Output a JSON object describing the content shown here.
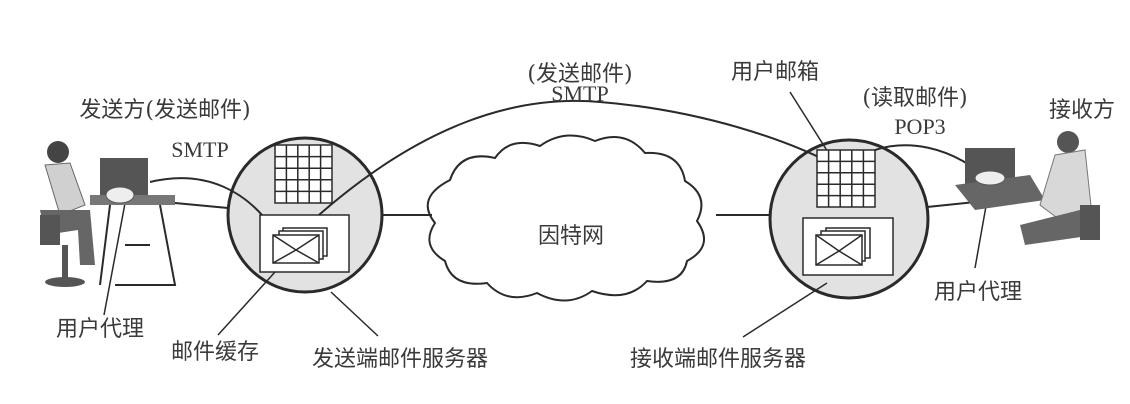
{
  "labels": {
    "sender": "发送方(发送邮件)",
    "sender_protocol": "SMTP",
    "send_mail": "(发送邮件)",
    "smtp": "SMTP",
    "mailbox": "用户邮箱",
    "read_mail": "(读取邮件)",
    "pop3": "POP3",
    "receiver": "接收方",
    "internet": "因特网",
    "user_agent_left": "用户代理",
    "mail_cache": "邮件缓存",
    "send_server": "发送端邮件服务器",
    "recv_server": "接收端邮件服务器",
    "user_agent_right": "用户代理"
  },
  "colors": {
    "circle_fill": "#e2e2e2",
    "line": "#2a2a2a",
    "person": "#6a6a6a"
  }
}
